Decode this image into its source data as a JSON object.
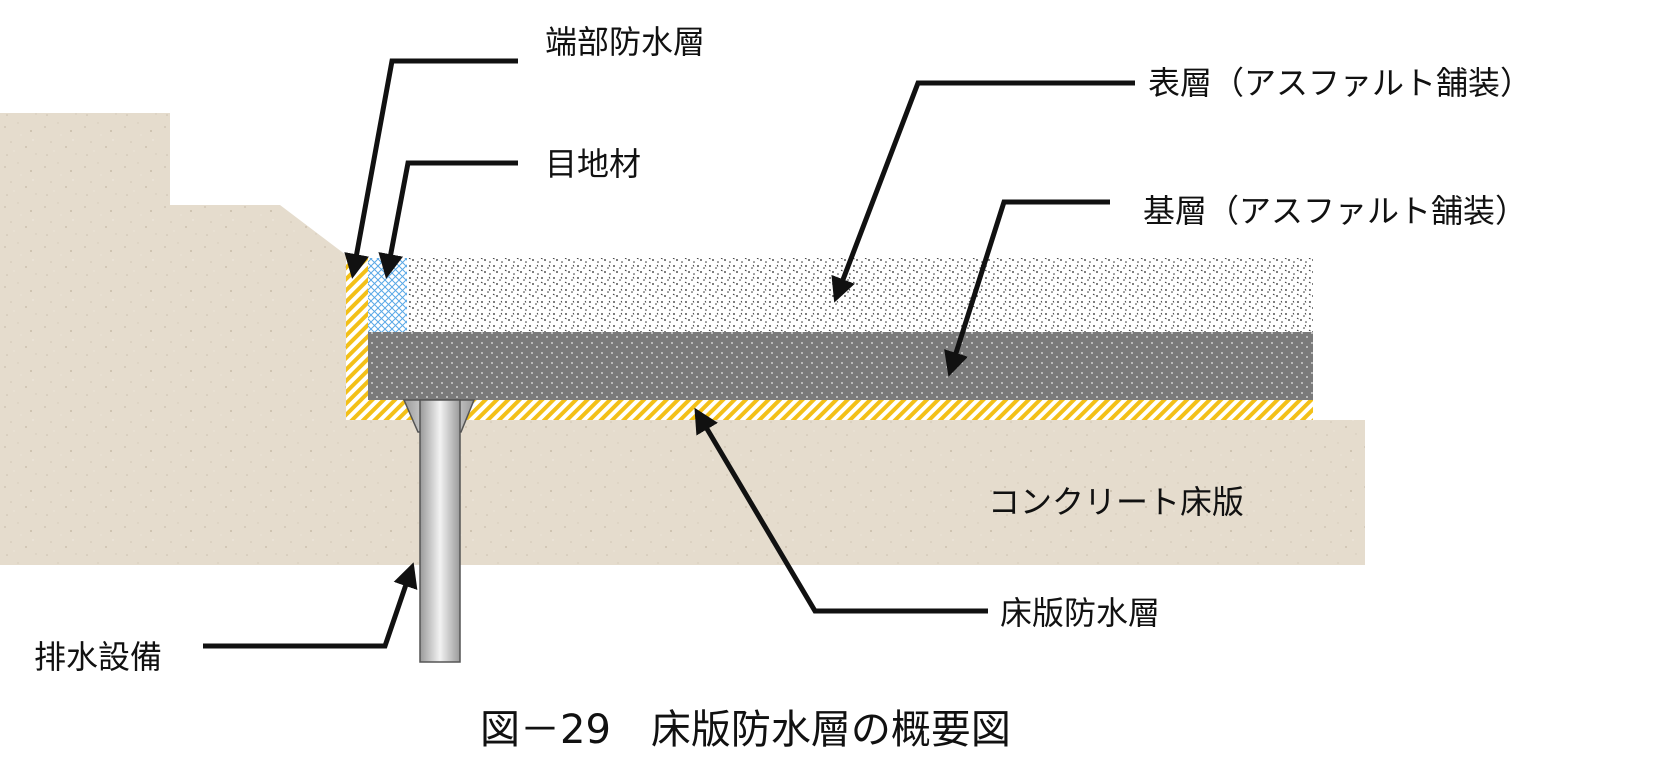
{
  "labels": {
    "edge_waterproof_layer": "端部防水層",
    "joint_material": "目地材",
    "surface_layer": "表層（アスファルト舗装）",
    "base_layer": "基層（アスファルト舗装）",
    "concrete_deck": "コンクリート床版",
    "deck_waterproof_layer": "床版防水層",
    "drainage": "排水設備"
  },
  "caption": "図－29　床版防水層の概要図",
  "colors": {
    "concrete": "#e5dccd",
    "waterproof_stripe": "#f3c018",
    "joint_grid": "#59a8e6",
    "surface_layer": "#ffffff",
    "base_layer": "#7a7a7a",
    "drain_pipe": "#cfcfcf",
    "leader_line": "#111111"
  }
}
